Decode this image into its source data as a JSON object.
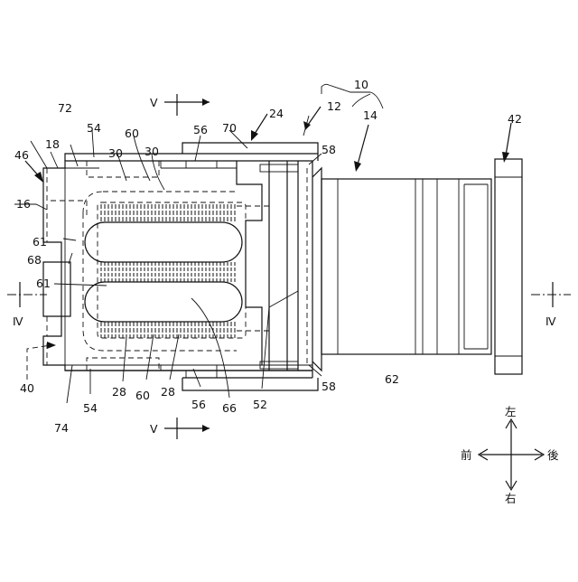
{
  "labels": {
    "n10": "10",
    "n12": "12",
    "n14": "14",
    "n16": "16",
    "n18": "18",
    "n24": "24",
    "n28a": "28",
    "n28b": "28",
    "n30a": "30",
    "n30b": "30",
    "n40": "40",
    "n42": "42",
    "n46": "46",
    "n52": "52",
    "n54a": "54",
    "n54b": "54",
    "n56a": "56",
    "n56b": "56",
    "n58a": "58",
    "n58b": "58",
    "n60a": "60",
    "n60b": "60",
    "n61a": "61",
    "n61b": "61",
    "n62": "62",
    "n66": "66",
    "n68": "68",
    "n70": "70",
    "n72": "72",
    "n74": "74"
  },
  "section_marks": {
    "v_top": "V",
    "v_bottom": "V",
    "iv_left": "Ⅳ",
    "iv_right": "Ⅳ"
  },
  "direction": {
    "left": "左",
    "right": "右",
    "front": "前",
    "rear": "後"
  }
}
